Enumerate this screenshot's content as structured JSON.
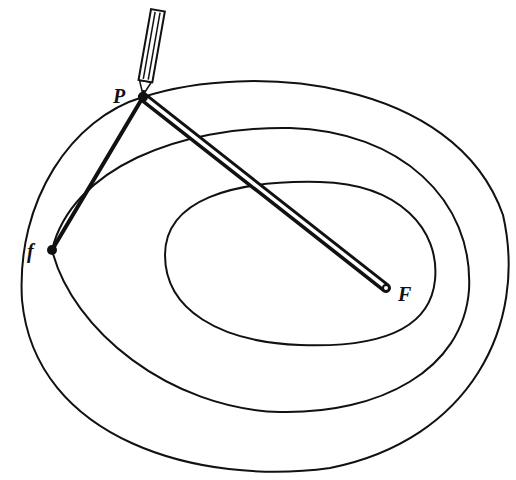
{
  "diagram": {
    "labels": [
      "P",
      "f",
      "F"
    ]
  }
}
